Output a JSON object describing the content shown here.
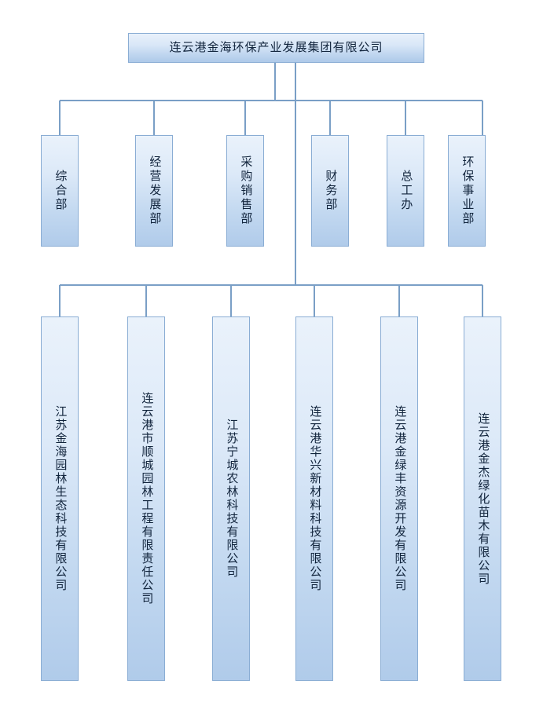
{
  "diagram": {
    "type": "org-chart",
    "title_node": {
      "label": "连云港金海环保产业发展集团有限公司",
      "orientation": "horizontal"
    },
    "departments": [
      {
        "label": "综合部",
        "orientation": "vertical"
      },
      {
        "label": "经营发展部",
        "orientation": "vertical"
      },
      {
        "label": "采购销售部",
        "orientation": "vertical"
      },
      {
        "label": "财务部",
        "orientation": "vertical"
      },
      {
        "label": "总工办",
        "orientation": "vertical"
      },
      {
        "label": "环保事业部",
        "orientation": "vertical"
      }
    ],
    "subsidiaries": [
      {
        "label": "江苏金海园林生态科技有限公司",
        "orientation": "vertical"
      },
      {
        "label": "连云港市顺城园林工程有限责任公司",
        "orientation": "vertical"
      },
      {
        "label": "江苏宁城农林科技有限公司",
        "orientation": "vertical"
      },
      {
        "label": "连云港华兴新材料科技有限公司",
        "orientation": "vertical"
      },
      {
        "label": "连云港金绿丰资源开发有限公司",
        "orientation": "vertical"
      },
      {
        "label": "连云港金杰绿化苗木有限公司",
        "orientation": "vertical"
      }
    ],
    "colors": {
      "node_border": "#8aadd4",
      "node_fill_top": "#eaf2fb",
      "node_fill_bottom": "#b0cbea",
      "connector": "#7a9fc6",
      "text": "#11243c",
      "background": "#ffffff"
    }
  }
}
